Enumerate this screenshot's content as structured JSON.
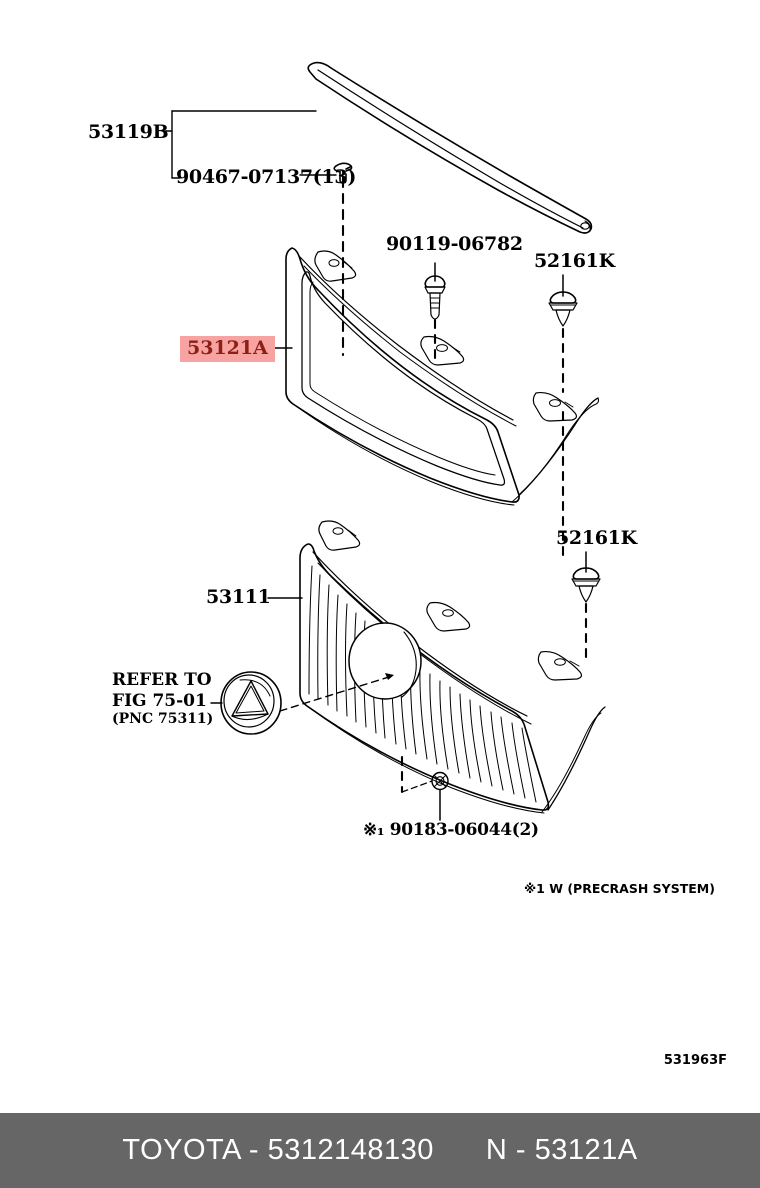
{
  "diagram": {
    "figure_code": "531963F",
    "labels": {
      "molding": "53119B",
      "clip_top": "90467-07137(13)",
      "bolt": "90119-06782",
      "clip_right_upper": "52161K",
      "clip_right_lower": "52161K",
      "grille_surround": "53121A",
      "radiator_grille": "53111",
      "nut": "※₁ 90183-06044(2)"
    },
    "refer_note": {
      "line1": "REFER TO",
      "line2": "FIG 75-01",
      "line3": "(PNC 75311)"
    },
    "footnote": "※1 W (PRECRASH SYSTEM)"
  },
  "footer": {
    "brand_part": "TOYOTA - 5312148130",
    "code_part": "N - 53121A"
  },
  "colors": {
    "highlight_bg": "#f7a3a1",
    "highlight_text": "#8d1f14",
    "footer_bg": "#666666",
    "footer_text": "#ffffff",
    "line": "#000000"
  }
}
